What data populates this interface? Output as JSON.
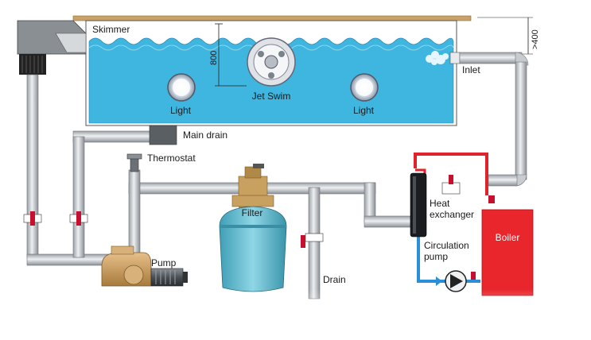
{
  "labels": {
    "skimmer": "Skimmer",
    "jet_swim": "Jet Swim",
    "light_left": "Light",
    "light_right": "Light",
    "main_drain": "Main drain",
    "thermostat": "Thermostat",
    "filter": "Filter",
    "pump": "Pump",
    "drain": "Drain",
    "inlet": "Inlet",
    "heat_exchanger_line1": "Heat",
    "heat_exchanger_line2": "exchanger",
    "circulation_pump_line1": "Circulation",
    "circulation_pump_line2": "pump",
    "boiler": "Boiler"
  },
  "dimensions": {
    "depth_800": "800",
    "height_400": ">400"
  },
  "colors": {
    "water": "#3fb6e0",
    "pipe_gray": "#c8ccd0",
    "hot_pipe": "#e0222c",
    "cold_pipe": "#2a8fd8",
    "boiler": "#e8262c",
    "filter": "#5ab8cc",
    "pump_body": "#c89a5a",
    "valve": "#c8102e"
  }
}
